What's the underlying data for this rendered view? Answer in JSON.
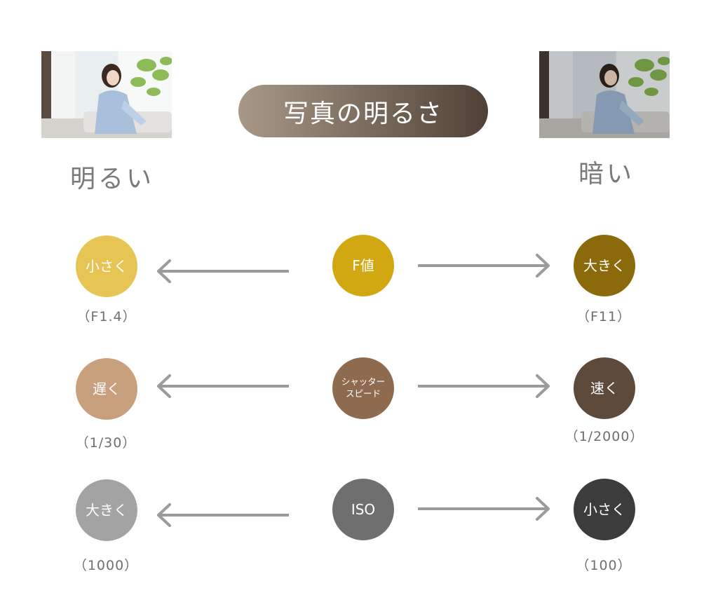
{
  "title": "写真の明るさ",
  "side_labels": {
    "bright": "明るい",
    "dark": "暗い"
  },
  "rows": [
    {
      "center": "F値",
      "left": "小さく",
      "left_value": "（F1.4）",
      "right": "大きく",
      "right_value": "（F11）"
    },
    {
      "center": "シャッター\nスピード",
      "left": "遅く",
      "left_value": "（1/30）",
      "right": "速く",
      "right_value": "（1/2000）"
    },
    {
      "center": "ISO",
      "left": "大きく",
      "left_value": "（1000）",
      "right": "小さく",
      "right_value": "（100）"
    }
  ],
  "colors": {
    "f_left": "#e6c554",
    "f_center": "#d2a812",
    "f_right": "#8a6a0a",
    "ss_left": "#c9a07e",
    "ss_center": "#8e6a4f",
    "ss_right": "#5e4a3b",
    "iso_left": "#a3a3a3",
    "iso_center": "#6f6f6f",
    "iso_right": "#3c3c3c",
    "arrow": "#9b9b9b",
    "label": "#7a7a7a"
  }
}
